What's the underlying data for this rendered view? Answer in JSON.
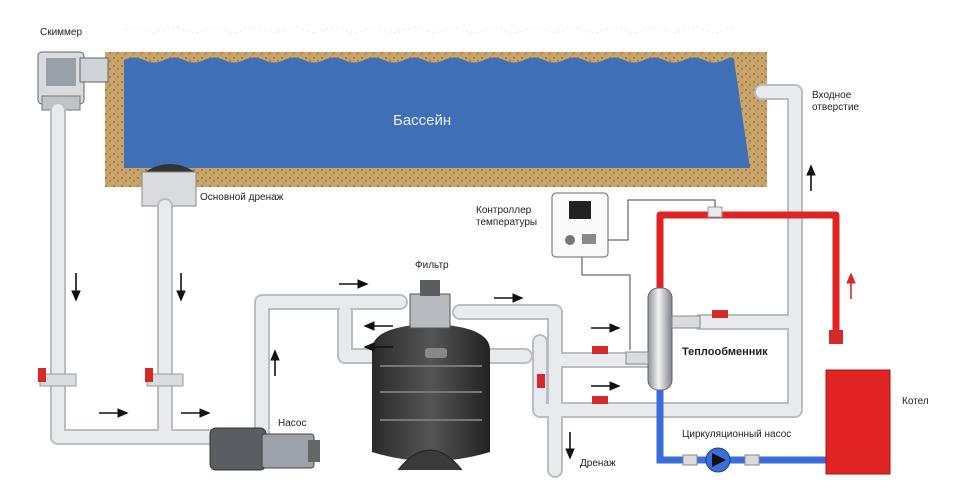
{
  "labels": {
    "skimmer": "Скиммер",
    "pool": "Бассейн",
    "main_drain": "Основной дренаж",
    "inlet": "Входное отверстие",
    "temp_controller": "Контроллер температуры",
    "filter": "Фильтр",
    "heat_exchanger": "Теплообменник",
    "pump": "Насос",
    "drain": "Дренаж",
    "circ_pump": "Циркуляционный насос",
    "boiler": "Котел"
  },
  "colors": {
    "water": "#3f6fb6",
    "pool_wall": "#c9a46a",
    "pipe": "#e3e6ea",
    "pipe_edge": "#b9bec5",
    "hot_pipe": "#e02424",
    "cold_pipe": "#3a6fd8",
    "boiler": "#e02424",
    "valve": "#d42a2a"
  }
}
